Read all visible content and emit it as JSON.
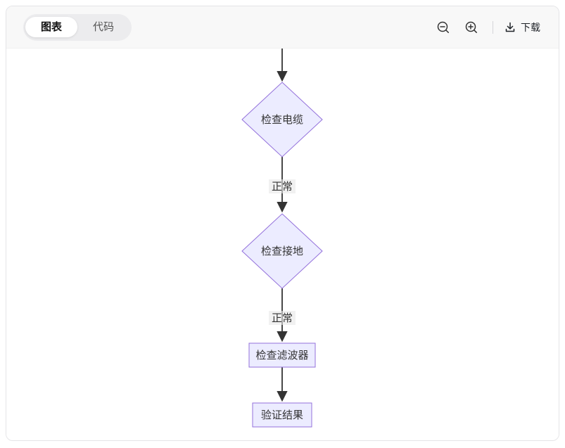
{
  "toolbar": {
    "tabs": [
      {
        "label": "图表",
        "active": true
      },
      {
        "label": "代码",
        "active": false
      }
    ],
    "actions": {
      "zoom_out_icon": "magnifier-minus",
      "zoom_in_icon": "magnifier-plus",
      "download_icon": "download-arrow-tray",
      "download_label": "下载"
    }
  },
  "chart_data": {
    "type": "flowchart",
    "direction": "top-down",
    "nodes": [
      {
        "id": "check-cable",
        "shape": "diamond",
        "label": "检查电缆"
      },
      {
        "id": "check-ground",
        "shape": "diamond",
        "label": "检查接地"
      },
      {
        "id": "check-filter",
        "shape": "rect",
        "label": "检查滤波器"
      },
      {
        "id": "verify-result",
        "shape": "rect",
        "label": "验证结果"
      }
    ],
    "edges": [
      {
        "from": "offscreen-top",
        "to": "check-cable",
        "label": ""
      },
      {
        "from": "check-cable",
        "to": "check-ground",
        "label": "正常"
      },
      {
        "from": "check-ground",
        "to": "check-filter",
        "label": "正常"
      },
      {
        "from": "check-filter",
        "to": "verify-result",
        "label": ""
      }
    ],
    "style": {
      "node_fill": "#ECECFF",
      "node_border": "#9370DB",
      "edge_color": "#333333",
      "edge_label_background": "#e8e8e8"
    }
  }
}
